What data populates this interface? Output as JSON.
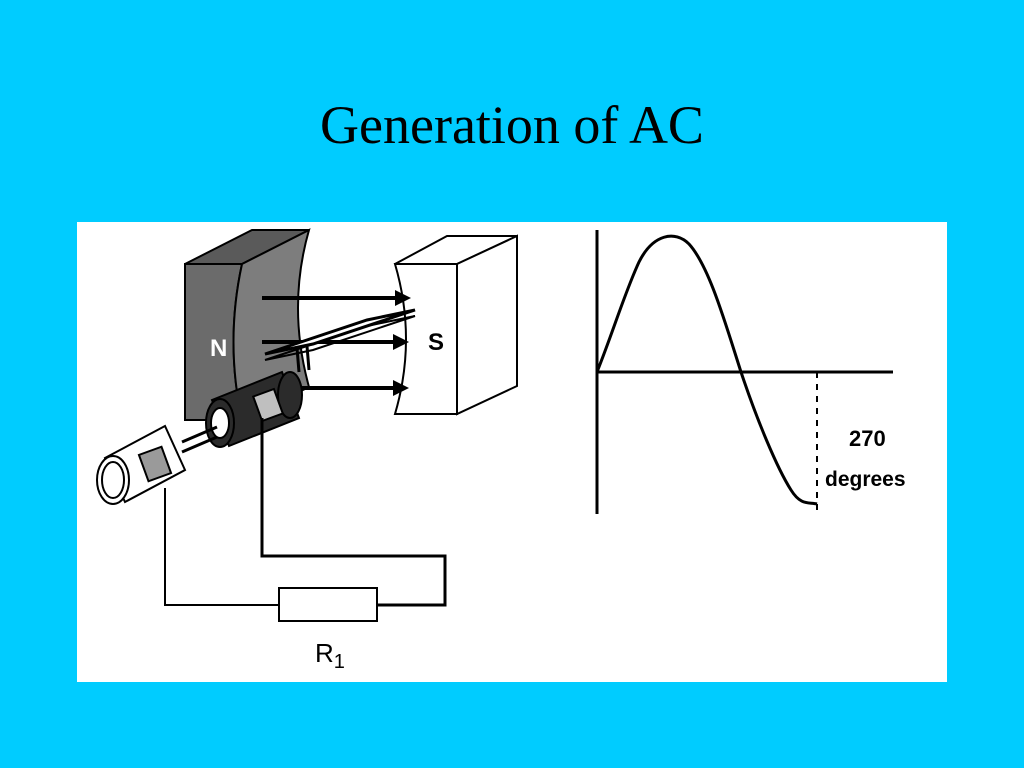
{
  "slide": {
    "title": "Generation of AC",
    "background_color": "#00ccff",
    "panel_color": "#ffffff"
  },
  "generator": {
    "north_pole_label": "N",
    "south_pole_label": "S",
    "resistor_label": "R",
    "resistor_subscript": "1"
  },
  "waveform": {
    "angle_value": "270",
    "angle_unit": "degrees"
  }
}
